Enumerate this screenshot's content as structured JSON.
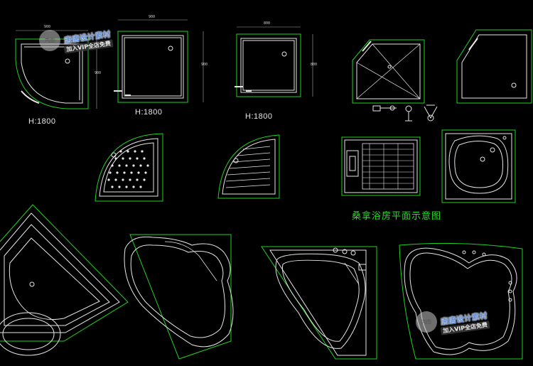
{
  "labels": {
    "height_1": "H:1800",
    "height_2": "H:1800",
    "height_3": "H:1800",
    "caption": "桑拿浴房平面示意图"
  },
  "dimensions": {
    "d1_top": "900",
    "d1_side": "900",
    "d2_top": "900",
    "d2_side": "900",
    "d3_top": "800",
    "d3_side": "800"
  },
  "watermark": {
    "badge": "内图",
    "title": "唐唐设计素材",
    "subtitle": "加入VIP全店免费"
  },
  "colors": {
    "background": "#000000",
    "outline": "#e6e6e6",
    "boundary": "#1ed41e",
    "caption": "#22e022"
  }
}
